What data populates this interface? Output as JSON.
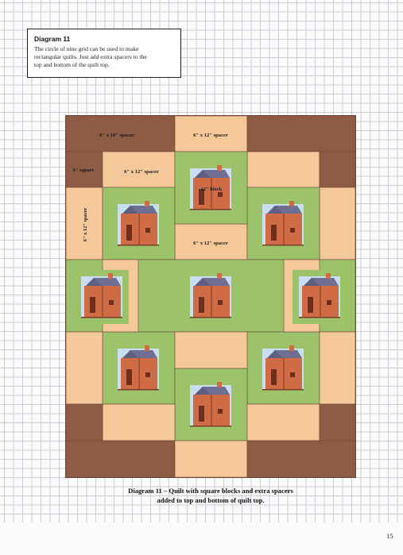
{
  "note": {
    "title": "Diagram 11",
    "lines": [
      "The circle of nine grid can be used  to make",
      "rectangular quilts. Just add extra spacers to the",
      "top and bottom of the quilt top."
    ]
  },
  "quilt_labels": {
    "spacer_6x18": "6\" x 18\" spacer",
    "spacer_6x12_top": "6\" x 12\" spacer",
    "square_6": "6\" square",
    "spacer_6x12_left": "6\" x 12\" spacer",
    "block_12": "12\" block",
    "spacer_6x12_vertical": "6\" x 12\" spacer",
    "spacer_6x12_center": "6\" x 12\" spacer"
  },
  "colors": {
    "dark_brown": "#8e5b44",
    "peach": "#f5c89a",
    "green": "#9cc26a",
    "house_body": "#cf6c45",
    "roof": "#6f6f93",
    "sky": "#c7dff0",
    "door": "#6b2e1f"
  },
  "caption": {
    "line1": "Diagram 11 – Quilt with square blocks and extra spacers",
    "line2": "added to top and bottom of quilt top."
  },
  "page_number": "15"
}
